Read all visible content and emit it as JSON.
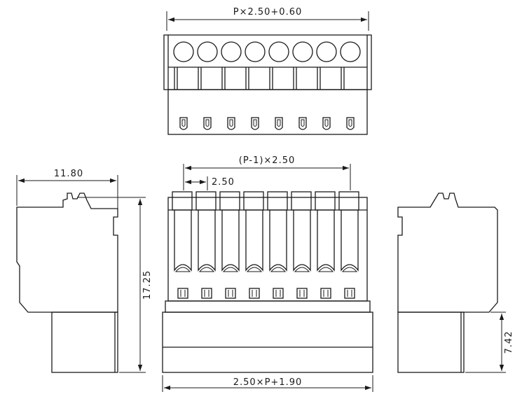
{
  "dimensions": {
    "top_width": "P×2.50+0.60",
    "pitch_span": "(P-1)×2.50",
    "pitch": "2.50",
    "side_depth": "11.80",
    "height": "17.25",
    "bottom_width": "2.50×P+1.90",
    "pin_height": "7.42"
  },
  "pin_count": 8
}
